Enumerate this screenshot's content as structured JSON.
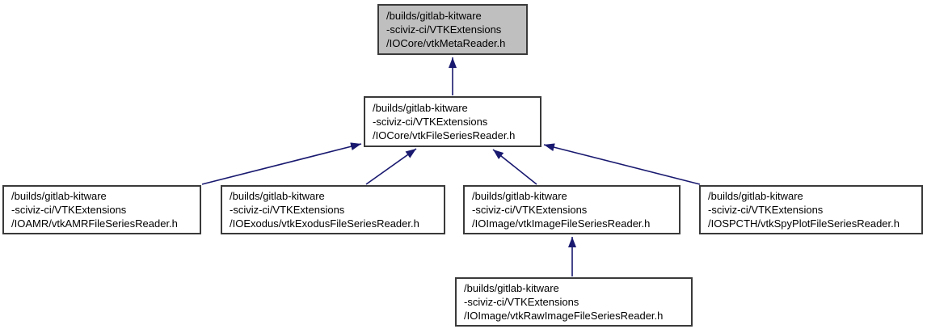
{
  "graph": {
    "type": "include-dependency-graph",
    "colors": {
      "background": "#ffffff",
      "edge": "#191970",
      "node_fill": "#ffffff",
      "current_node_fill": "#bfbfbf",
      "node_border": "#3a3a3a",
      "text": "#000000"
    },
    "nodes": [
      {
        "id": "meta",
        "current": true,
        "lines": [
          "/builds/gitlab-kitware",
          "-sciviz-ci/VTKExtensions",
          "/IOCore/vtkMetaReader.h"
        ]
      },
      {
        "id": "fileseries",
        "current": false,
        "lines": [
          "/builds/gitlab-kitware",
          "-sciviz-ci/VTKExtensions",
          "/IOCore/vtkFileSeriesReader.h"
        ]
      },
      {
        "id": "amr",
        "current": false,
        "lines": [
          "/builds/gitlab-kitware",
          "-sciviz-ci/VTKExtensions",
          "/IOAMR/vtkAMRFileSeriesReader.h"
        ]
      },
      {
        "id": "exodus",
        "current": false,
        "lines": [
          "/builds/gitlab-kitware",
          "-sciviz-ci/VTKExtensions",
          "/IOExodus/vtkExodusFileSeriesReader.h"
        ]
      },
      {
        "id": "image",
        "current": false,
        "lines": [
          "/builds/gitlab-kitware",
          "-sciviz-ci/VTKExtensions",
          "/IOImage/vtkImageFileSeriesReader.h"
        ]
      },
      {
        "id": "spcth",
        "current": false,
        "lines": [
          "/builds/gitlab-kitware",
          "-sciviz-ci/VTKExtensions",
          "/IOSPCTH/vtkSpyPlotFileSeriesReader.h"
        ]
      },
      {
        "id": "rawimage",
        "current": false,
        "lines": [
          "/builds/gitlab-kitware",
          "-sciviz-ci/VTKExtensions",
          "/IOImage/vtkRawImageFileSeriesReader.h"
        ]
      }
    ],
    "edges": [
      {
        "from": "fileseries",
        "to": "meta"
      },
      {
        "from": "amr",
        "to": "fileseries"
      },
      {
        "from": "exodus",
        "to": "fileseries"
      },
      {
        "from": "image",
        "to": "fileseries"
      },
      {
        "from": "spcth",
        "to": "fileseries"
      },
      {
        "from": "rawimage",
        "to": "image"
      }
    ]
  }
}
